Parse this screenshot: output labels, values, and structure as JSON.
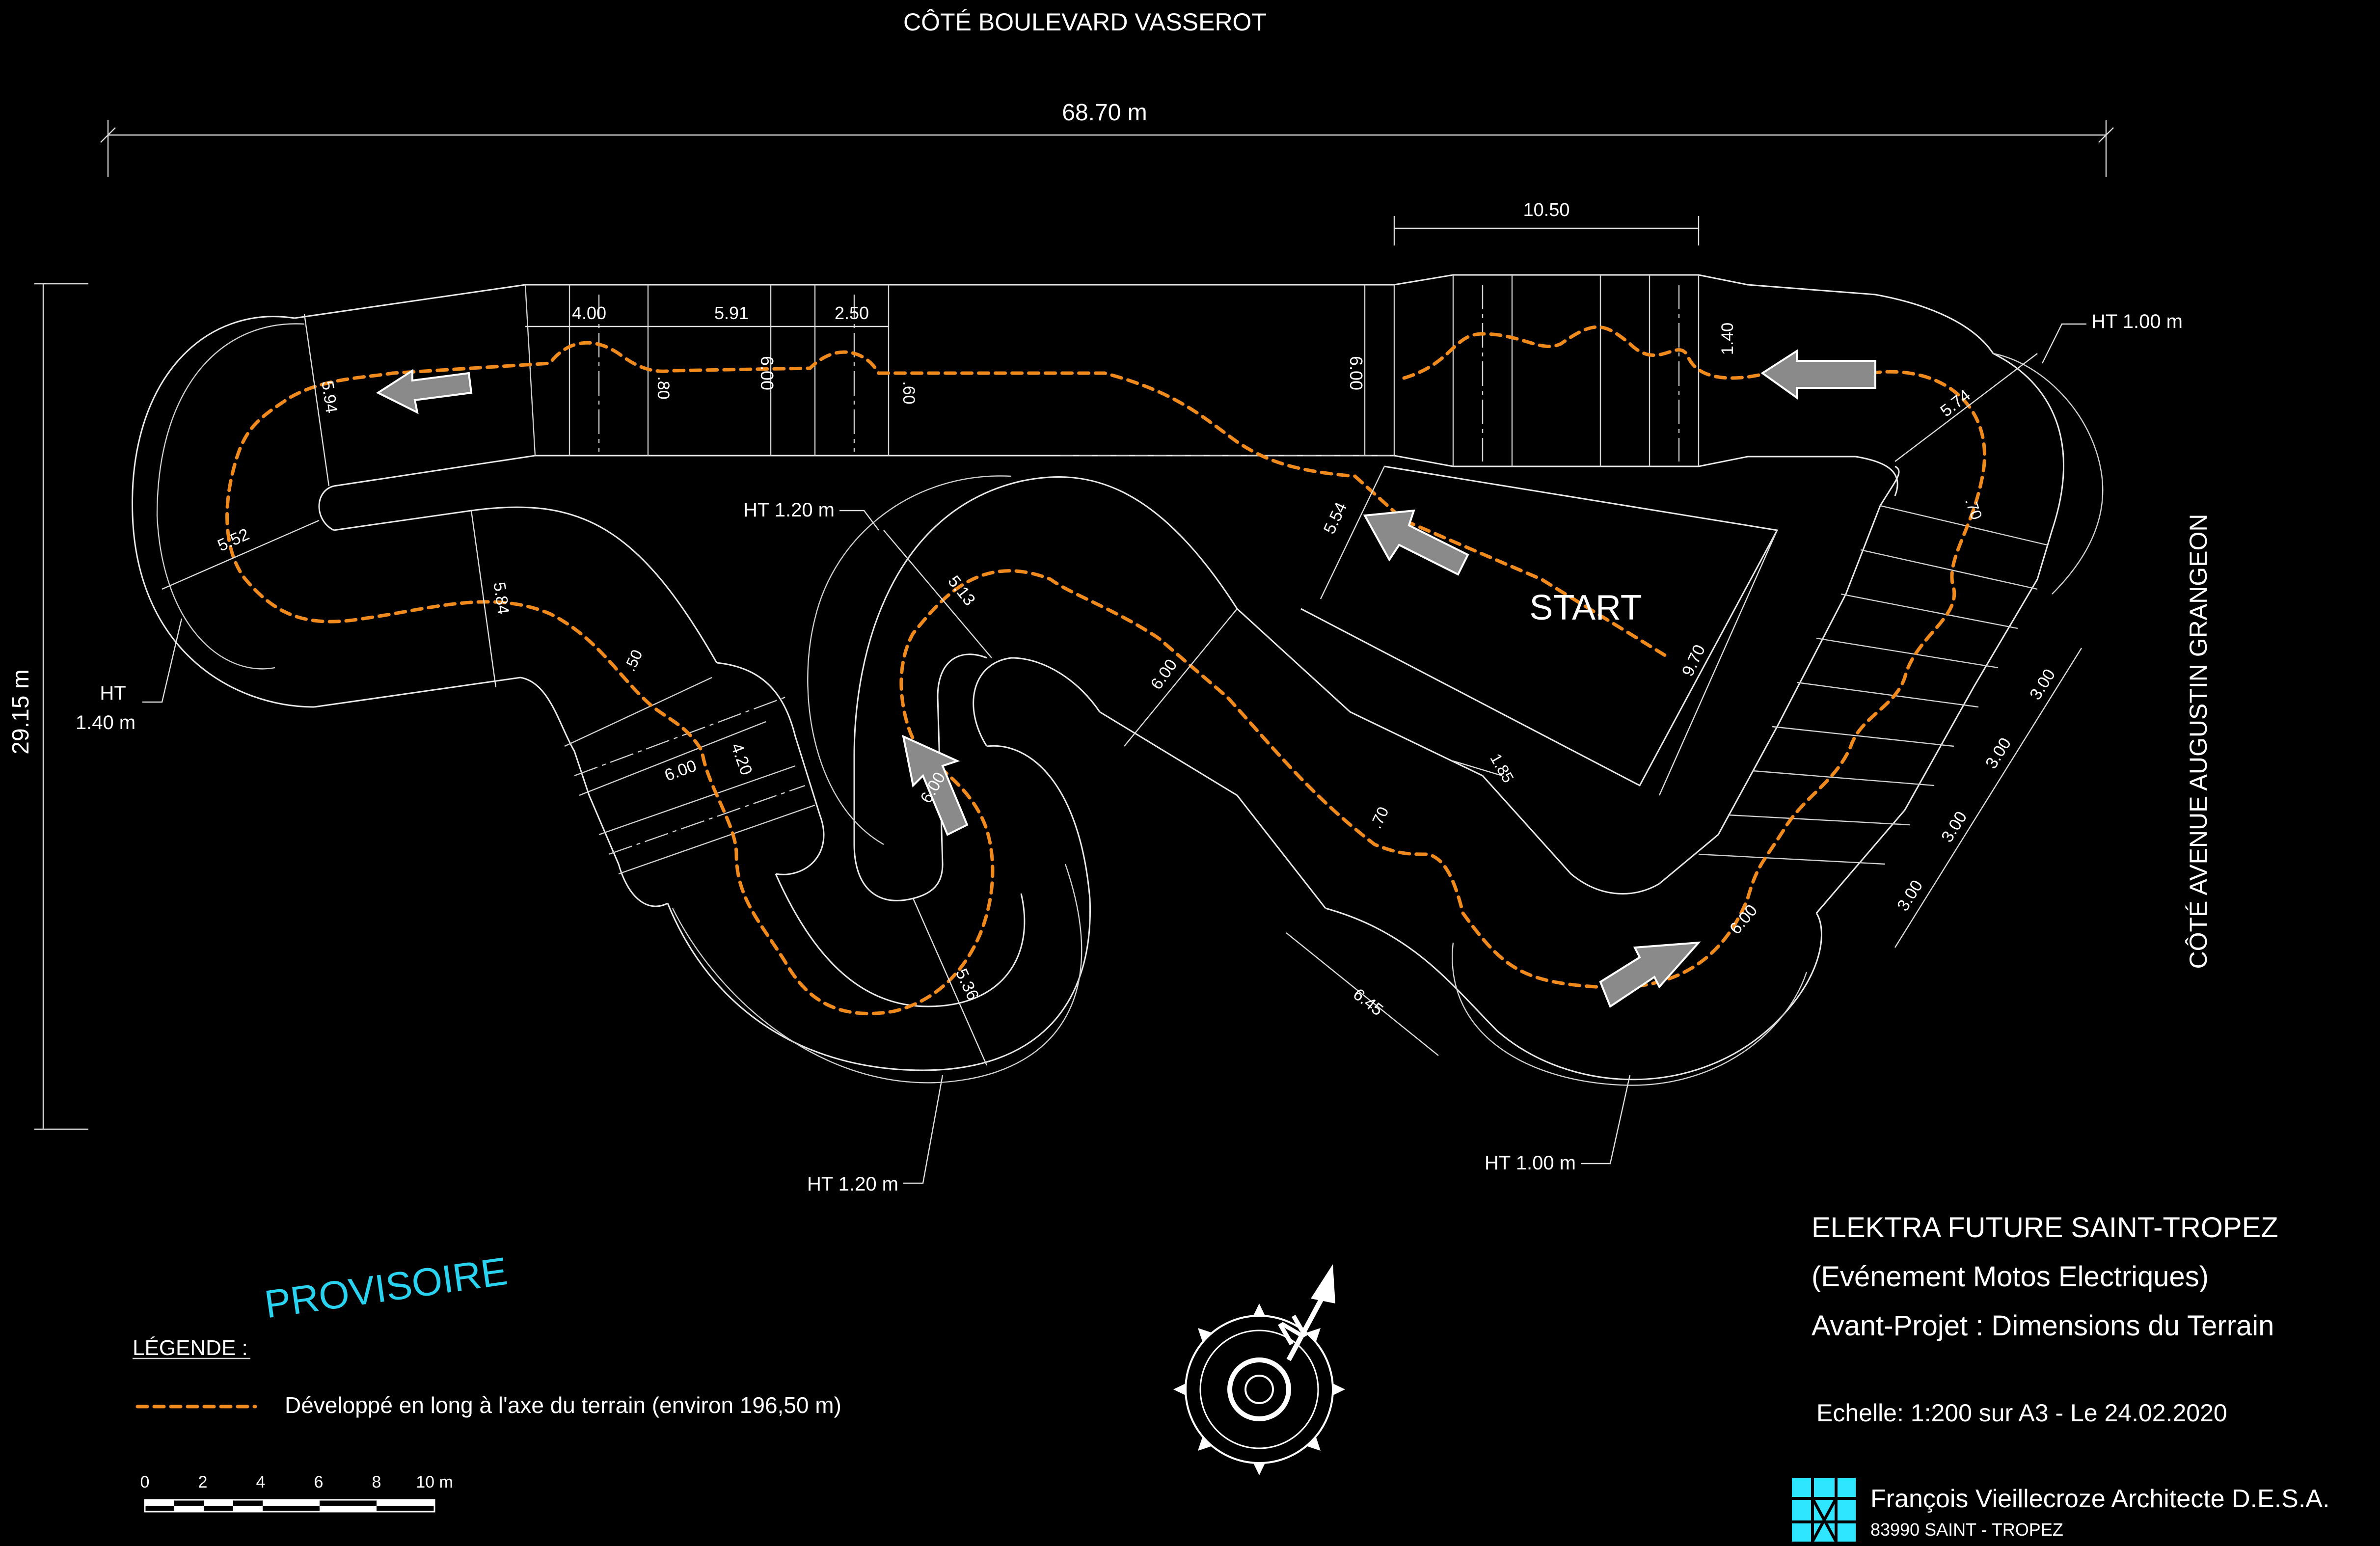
{
  "orientation": {
    "top_label": "CÔTÉ  BOULEVARD VASSEROT",
    "right_label": "CÔTÉ  AVENUE AUGUSTIN GRANGEON"
  },
  "overall": {
    "width": "68.70 m",
    "height": "29.15 m"
  },
  "dimensions": {
    "d1050": "10.50",
    "d400": "4.00",
    "d591": "5.91",
    "d250": "2.50",
    "d600a": "6.00",
    "d600b": "6.00",
    "d080": ".80",
    "d060": ".60",
    "d140": "1.40",
    "d594": "5.94",
    "d552": "5.52",
    "d584": "5.84",
    "d050": ".50",
    "d420": "4.20",
    "d600c": "6.00",
    "d513": "5.13",
    "d600d": "6.00",
    "d600e": "6.00",
    "d536": "5.36",
    "d554": "5.54",
    "d970": "9.70",
    "d574": "5.74",
    "d070a": ".70",
    "d185": "1.85",
    "d070b": ".70",
    "d645": "6.45",
    "d600f": "6.00",
    "d300a": "3.00",
    "d300b": "3.00",
    "d300c": "3.00",
    "d300d": "3.00"
  },
  "heights": {
    "ht_top_right": "HT 1.00 m",
    "ht_left_a": "HT",
    "ht_left_b": "1.40 m",
    "ht_mid": "HT 1.20 m",
    "ht_bottom_mid": "HT 1.20 m",
    "ht_bottom_right": "HT 1.00 m"
  },
  "start_label": "START",
  "provisional": "PROVISOIRE",
  "legend": {
    "title": "LÉGENDE :",
    "item": "Développé en long à l'axe du terrain (environ 196,50 m)"
  },
  "scale_bar": {
    "ticks": [
      "0",
      "2",
      "4",
      "6",
      "8",
      "10 m"
    ]
  },
  "title_block": {
    "line1": "ELEKTRA FUTURE SAINT-TROPEZ",
    "line2": "(Evénement Motos Electriques)",
    "line3": "Avant-Projet : Dimensions du Terrain",
    "line4": "Echelle: 1:200 sur A3 - Le 24.02.2020"
  },
  "architect": {
    "name": "François Vieillecroze Architecte D.E.S.A.",
    "address": "83990 SAINT - TROPEZ"
  },
  "compass": {
    "north": "N"
  },
  "colors": {
    "background": "#000000",
    "lines": "#e8e8e8",
    "axis_orange": "#f08a1c",
    "provisional_cyan": "#29d3f0",
    "logo_cyan": "#2ee6ff"
  }
}
